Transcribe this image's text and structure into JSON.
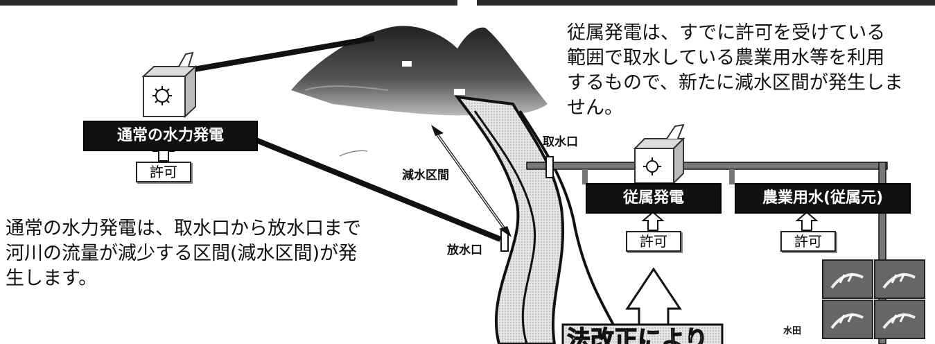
{
  "left_text": {
    "line1": "通常の水力発電は、取水口から放水口まで",
    "line2": "河川の流量が減少する区間(減水区間)が発",
    "line3": "生します。"
  },
  "right_text": {
    "line1": "従属発電は、すでに許可を受けている",
    "line2": "範囲で取水している農業用水等を利用",
    "line3": "するもので、新たに減水区間が発生しま",
    "line4": "せん。"
  },
  "boxes": {
    "normal_hydro": "通常の水力発電",
    "dependent_power": "従属発電",
    "agri_water": "農業用水(従属元)"
  },
  "labels": {
    "permit": "許可",
    "intake": "取水口",
    "outlet": "放水口",
    "reduced_section": "減水区間",
    "paddy": "水田",
    "law_revision": "法改正により"
  },
  "colors": {
    "box_fill": "#111111",
    "river": "#d9d9d9",
    "mountain": "#3a3a3a"
  }
}
